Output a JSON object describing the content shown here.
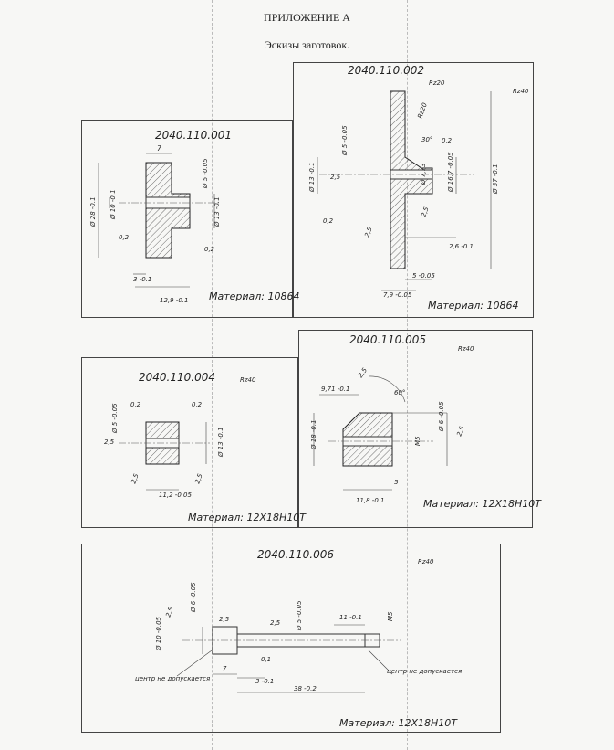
{
  "header": {
    "appendix": "ПРИЛОЖЕНИЕ А",
    "subtitle": "Эскизы заготовок."
  },
  "d1": {
    "code": "2040.110.001",
    "material": "Материал: 10864",
    "dims": [
      "7",
      "Ø 28 -0.1",
      "Ø 10 -0.1",
      "Ø 5 -0.05",
      "Ø 13 -0.1",
      "0,2",
      "0,2",
      "3 -0.1",
      "12,9 -0.1"
    ]
  },
  "d2": {
    "code": "2040.110.002",
    "material": "Материал: 10864",
    "dims": [
      "Rz20",
      "Rz20",
      "Rz40",
      "30°",
      "0,2",
      "Ø 5 -0.05",
      "Ø 13 -0.1",
      "2,5",
      "Ø 7,73",
      "Ø 16,7 -0.05",
      "Ø 57 -0.1",
      "0,2",
      "2,5",
      "2,5",
      "2,6 -0.1",
      "5 -0.05",
      "7,9 -0.05"
    ]
  },
  "d4": {
    "code": "2040.110.004",
    "material": "Материал: 12Х18Н10Т",
    "dims": [
      "Rz40",
      "0,2",
      "0,2",
      "Ø 5 -0.05",
      "2,5",
      "Ø 13 -0.1",
      "2,5",
      "2,5",
      "11,2 -0.05"
    ]
  },
  "d5": {
    "code": "2040.110.005",
    "material": "Материал: 12Х18Н10Т",
    "dims": [
      "Rz40",
      "2,5",
      "9,71 -0.1",
      "60°",
      "Ø 18 -0.1",
      "М5",
      "Ø 6 -0.05",
      "2,5",
      "5",
      "11,8 -0.1"
    ]
  },
  "d6": {
    "code": "2040.110.006",
    "material": "Материал: 12Х18Н10Т",
    "dims": [
      "Rz40",
      "2,5",
      "Ø 6 -0.05",
      "Ø 10 -0.05",
      "2,5",
      "2,5",
      "Ø 5 -0.05",
      "11 -0.1",
      "М5",
      "0,1",
      "7",
      "3 -0.1",
      "38 -0.2"
    ],
    "notes": [
      "центр не допускается",
      "центр не допускается"
    ]
  }
}
